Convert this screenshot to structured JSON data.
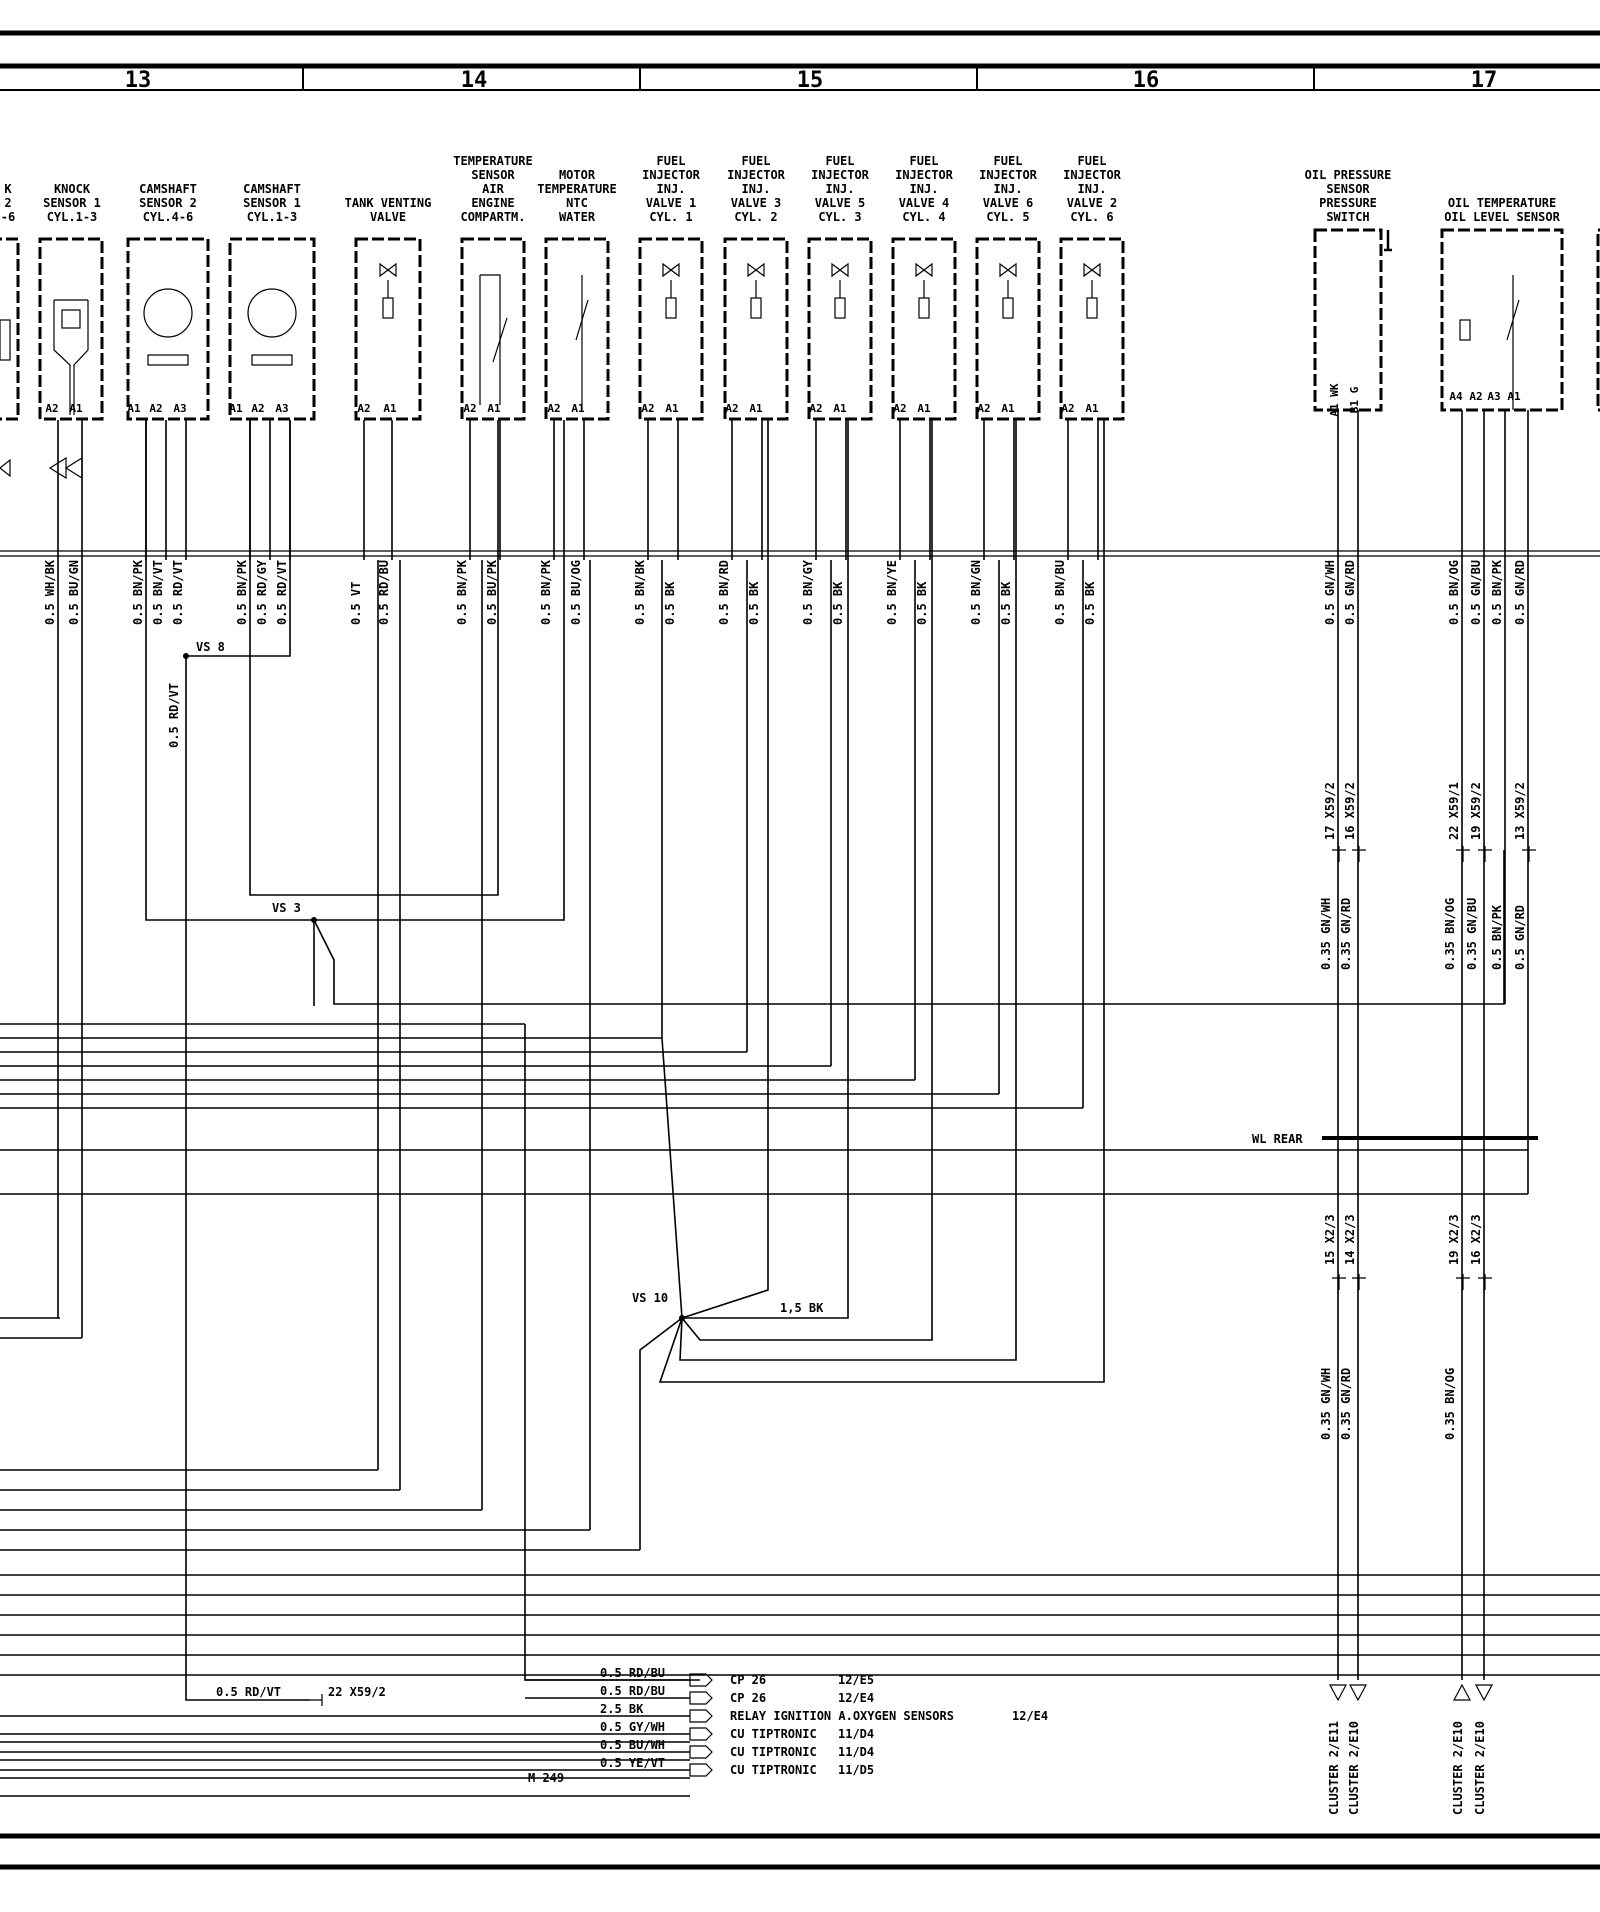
{
  "columns": [
    "13",
    "14",
    "15",
    "16",
    "17"
  ],
  "components": [
    {
      "lines": [
        "K",
        "2",
        "-6"
      ],
      "pins": []
    },
    {
      "lines": [
        "KNOCK",
        "SENSOR 1",
        "CYL.1-3"
      ],
      "pins": [
        "A2",
        "A1"
      ]
    },
    {
      "lines": [
        "CAMSHAFT",
        "SENSOR 2",
        "CYL.4-6"
      ],
      "pins": [
        "A1",
        "A2",
        "A3"
      ]
    },
    {
      "lines": [
        "CAMSHAFT",
        "SENSOR 1",
        "CYL.1-3"
      ],
      "pins": [
        "A1",
        "A2",
        "A3"
      ]
    },
    {
      "lines": [
        "TANK VENTING",
        "VALVE"
      ],
      "pins": [
        "A2",
        "A1"
      ]
    },
    {
      "lines": [
        "TEMPERATURE",
        "SENSOR",
        "AIR",
        "ENGINE",
        "COMPARTM."
      ],
      "pins": [
        "A2",
        "A1"
      ]
    },
    {
      "lines": [
        "MOTOR",
        "TEMPERATURE",
        "NTC",
        "WATER"
      ],
      "pins": [
        "A2",
        "A1"
      ]
    },
    {
      "lines": [
        "FUEL",
        "INJECTOR",
        "INJ.",
        "VALVE 1",
        "CYL. 1"
      ],
      "pins": [
        "A2",
        "A1"
      ]
    },
    {
      "lines": [
        "FUEL",
        "INJECTOR",
        "INJ.",
        "VALVE 3",
        "CYL. 2"
      ],
      "pins": [
        "A2",
        "A1"
      ]
    },
    {
      "lines": [
        "FUEL",
        "INJECTOR",
        "INJ.",
        "VALVE 5",
        "CYL. 3"
      ],
      "pins": [
        "A2",
        "A1"
      ]
    },
    {
      "lines": [
        "FUEL",
        "INJECTOR",
        "INJ.",
        "VALVE 4",
        "CYL. 4"
      ],
      "pins": [
        "A2",
        "A1"
      ]
    },
    {
      "lines": [
        "FUEL",
        "INJECTOR",
        "INJ.",
        "VALVE 6",
        "CYL. 5"
      ],
      "pins": [
        "A2",
        "A1"
      ]
    },
    {
      "lines": [
        "FUEL",
        "INJECTOR",
        "INJ.",
        "VALVE 2",
        "CYL. 6"
      ],
      "pins": [
        "A2",
        "A1"
      ]
    },
    {
      "lines": [
        "OIL PRESSURE",
        "SENSOR",
        "PRESSURE",
        "SWITCH"
      ],
      "pins": [
        "A1 WK",
        "B1 G"
      ]
    },
    {
      "lines": [
        "OIL TEMPERATURE",
        "OIL LEVEL SENSOR"
      ],
      "pins": [
        "A4",
        "A2",
        "A3",
        "A1"
      ]
    }
  ],
  "wires_top": [
    "0.5 WH/BK",
    "0.5 BU/GN",
    "0.5 BN/PK",
    "0.5 BN/VT",
    "0.5 RD/VT",
    "0.5 BN/PK",
    "0.5 RD/GY",
    "0.5 RD/VT",
    "0.5 VT",
    "0.5 RD/BU",
    "0.5 BN/PK",
    "0.5 BU/PK",
    "0.5 BN/PK",
    "0.5 BU/OG",
    "0.5 BN/BK",
    "0.5 BK",
    "0.5 BN/RD",
    "0.5 BK",
    "0.5 BN/GY",
    "0.5 BK",
    "0.5 BN/YE",
    "0.5 BK",
    "0.5 BN/GN",
    "0.5 BK",
    "0.5 BN/BU",
    "0.5 BK",
    "0.5 GN/WH",
    "0.5 GN/RD",
    "0.5 BN/OG",
    "0.5 GN/BU",
    "0.5 BN/PK",
    "0.5 GN/RD"
  ],
  "wire_mid_rdvt": "0.5 RD/VT",
  "connectors_x59": [
    "17 X59/2",
    "16 X59/2",
    "22 X59/1",
    "19 X59/2",
    "13 X59/2"
  ],
  "wires_x59": [
    "0.35 GN/WH",
    "0.35 GN/RD",
    "0.35 BN/OG",
    "0.35 GN/BU",
    "0.5 BN/PK",
    "0.5 GN/RD"
  ],
  "connectors_x2": [
    "15 X2/3",
    "14 X2/3",
    "19 X2/3",
    "16 X2/3"
  ],
  "wires_x2": [
    "0.35 GN/WH",
    "0.35 GN/RD",
    "0.35 BN/OG"
  ],
  "clusters": [
    "CLUSTER 2/E11",
    "CLUSTER 2/E10",
    "CLUSTER 2/E10",
    "CLUSTER 2/E10"
  ],
  "splices": {
    "vs8": "VS 8",
    "vs3": "VS 3",
    "vs10": "VS 10"
  },
  "wl_rear": "WL REAR",
  "bk15": "1,5 BK",
  "bottom": {
    "rdvt": "0.5 RD/VT",
    "x59": "22 X59/2",
    "m249": "M 249",
    "rows": [
      {
        "wire": "0.5 RD/BU",
        "dest": "CP 26",
        "ref": "12/E5"
      },
      {
        "wire": "0.5 RD/BU",
        "dest": "CP 26",
        "ref": "12/E4"
      },
      {
        "wire": "2.5 BK",
        "dest": "RELAY IGNITION A.OXYGEN SENSORS",
        "ref": "12/E4"
      },
      {
        "wire": "0.5 GY/WH",
        "dest": "CU TIPTRONIC",
        "ref": "11/D4"
      },
      {
        "wire": "0.5 BU/WH",
        "dest": "CU TIPTRONIC",
        "ref": "11/D4"
      },
      {
        "wire": "0.5 YE/VT",
        "dest": "CU TIPTRONIC",
        "ref": "11/D5"
      }
    ]
  }
}
